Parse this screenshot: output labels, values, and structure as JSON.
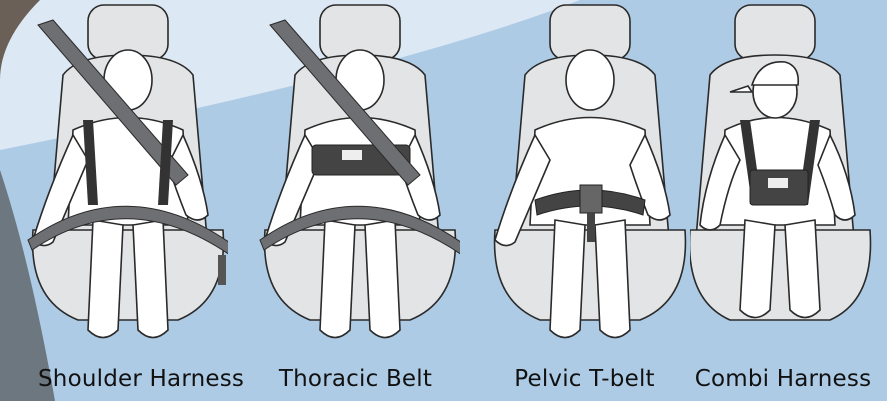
{
  "colors": {
    "background": "#aecbe6",
    "sky_highlight": "#d9e7f4",
    "seat_fill": "#e3e4e6",
    "outline": "#2a2a2a",
    "belt": "#6e6f72",
    "harness_dark": "#333333",
    "caption_text": "#111111"
  },
  "panels": [
    {
      "label": "Shoulder Harness",
      "device": "shoulder-harness",
      "icon": "child-seat-shoulder-harness-illustration"
    },
    {
      "label": "Thoracic Belt",
      "device": "thoracic-belt",
      "icon": "child-seat-thoracic-belt-illustration"
    },
    {
      "label": "Pelvic T-belt",
      "device": "pelvic-t-belt",
      "icon": "child-seat-pelvic-t-belt-illustration"
    },
    {
      "label": "Combi Harness",
      "device": "combi-harness",
      "icon": "child-seat-combi-harness-illustration"
    }
  ]
}
